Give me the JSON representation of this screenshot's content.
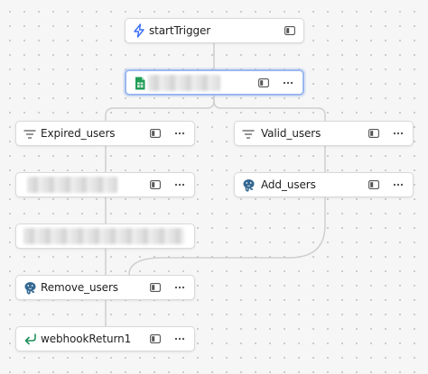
{
  "nodes": {
    "start_trigger": {
      "label": "startTrigger",
      "icon": "lightning-bolt-icon"
    },
    "sheet_step": {
      "label": "",
      "icon": "google-sheets-icon"
    },
    "expired_users": {
      "label": "Expired_users",
      "icon": "filter-icon"
    },
    "valid_users": {
      "label": "Valid_users",
      "icon": "filter-icon"
    },
    "redacted_step_1": {
      "label": ""
    },
    "add_users": {
      "label": "Add_users",
      "icon": "postgresql-icon"
    },
    "redacted_step_2": {
      "label": ""
    },
    "remove_users": {
      "label": "Remove_users",
      "icon": "postgresql-icon"
    },
    "webhook_return": {
      "label": "webhookReturn1",
      "icon": "return-arrow-icon"
    }
  },
  "colors": {
    "trigger_icon": "#3b6ef5",
    "sheets_icon": "#1f9d55",
    "postgres_icon": "#336791",
    "return_icon": "#1e8f5a",
    "selected_border": "#9ab7ee",
    "edge": "#cfcfcf"
  }
}
